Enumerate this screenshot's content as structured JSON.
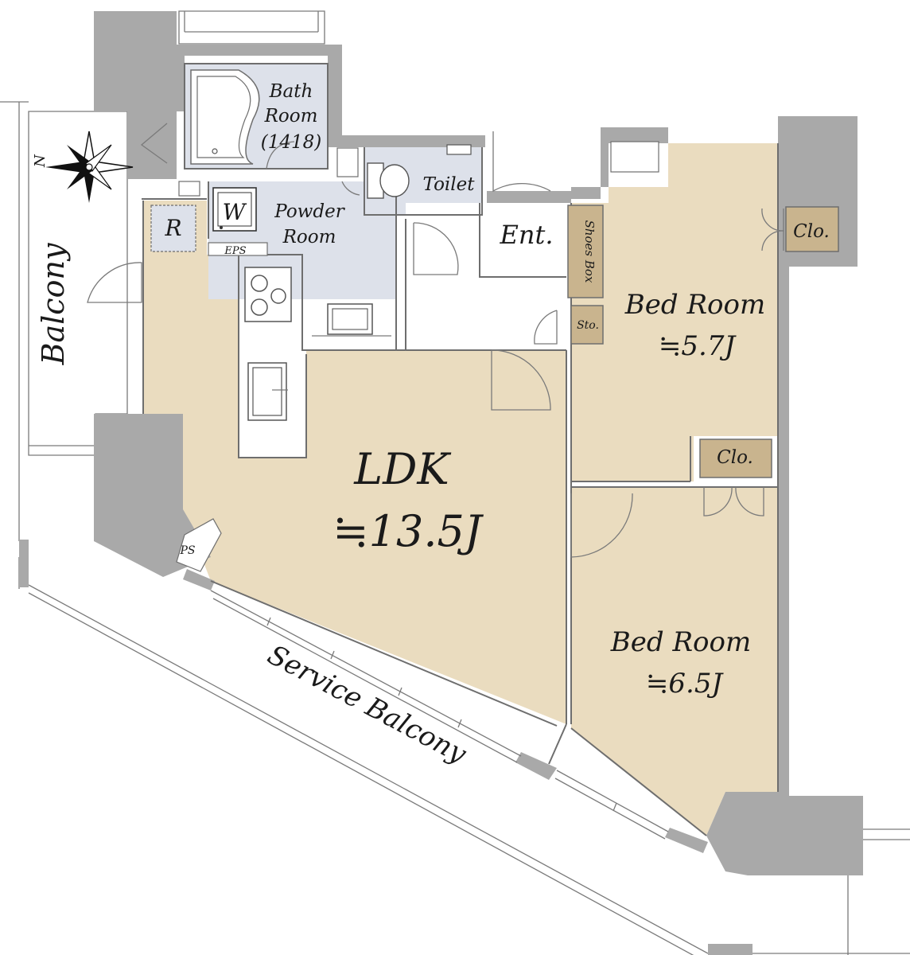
{
  "colors": {
    "wall": "#a9a9a9",
    "living_floor": "#eadcbf",
    "wet_area": "#dde1ea",
    "storage": "#c9b48e",
    "outline": "#6e6e6e"
  },
  "icons": [
    "compass-icon",
    "washer-icon",
    "toilet-icon",
    "bathtub-icon",
    "stove-icon",
    "sink-icon",
    "door-swing-icon"
  ],
  "compass": {
    "north_label": "N"
  },
  "rooms": {
    "bath": {
      "line1": "Bath",
      "line2": "Room",
      "line3": "(1418)"
    },
    "toilet": "Toilet",
    "powder": {
      "line1": "Powder",
      "line2": "Room"
    },
    "washer": "W",
    "fridge": "R",
    "eps": "EPS",
    "entrance": "Ent.",
    "shoes_box": "Shoes Box",
    "storage": "Sto.",
    "closet_1": "Clo.",
    "closet_2": "Clo.",
    "bedroom_1": {
      "name": "Bed Room",
      "size": "≒5.7J"
    },
    "bedroom_2": {
      "name": "Bed Room",
      "size": "≒6.5J"
    },
    "ldk": {
      "name": "LDK",
      "size": "≒13.5J"
    },
    "ps": "PS"
  },
  "outdoor": {
    "balcony": "Balcony",
    "service_balcony": "Service Balcony"
  }
}
